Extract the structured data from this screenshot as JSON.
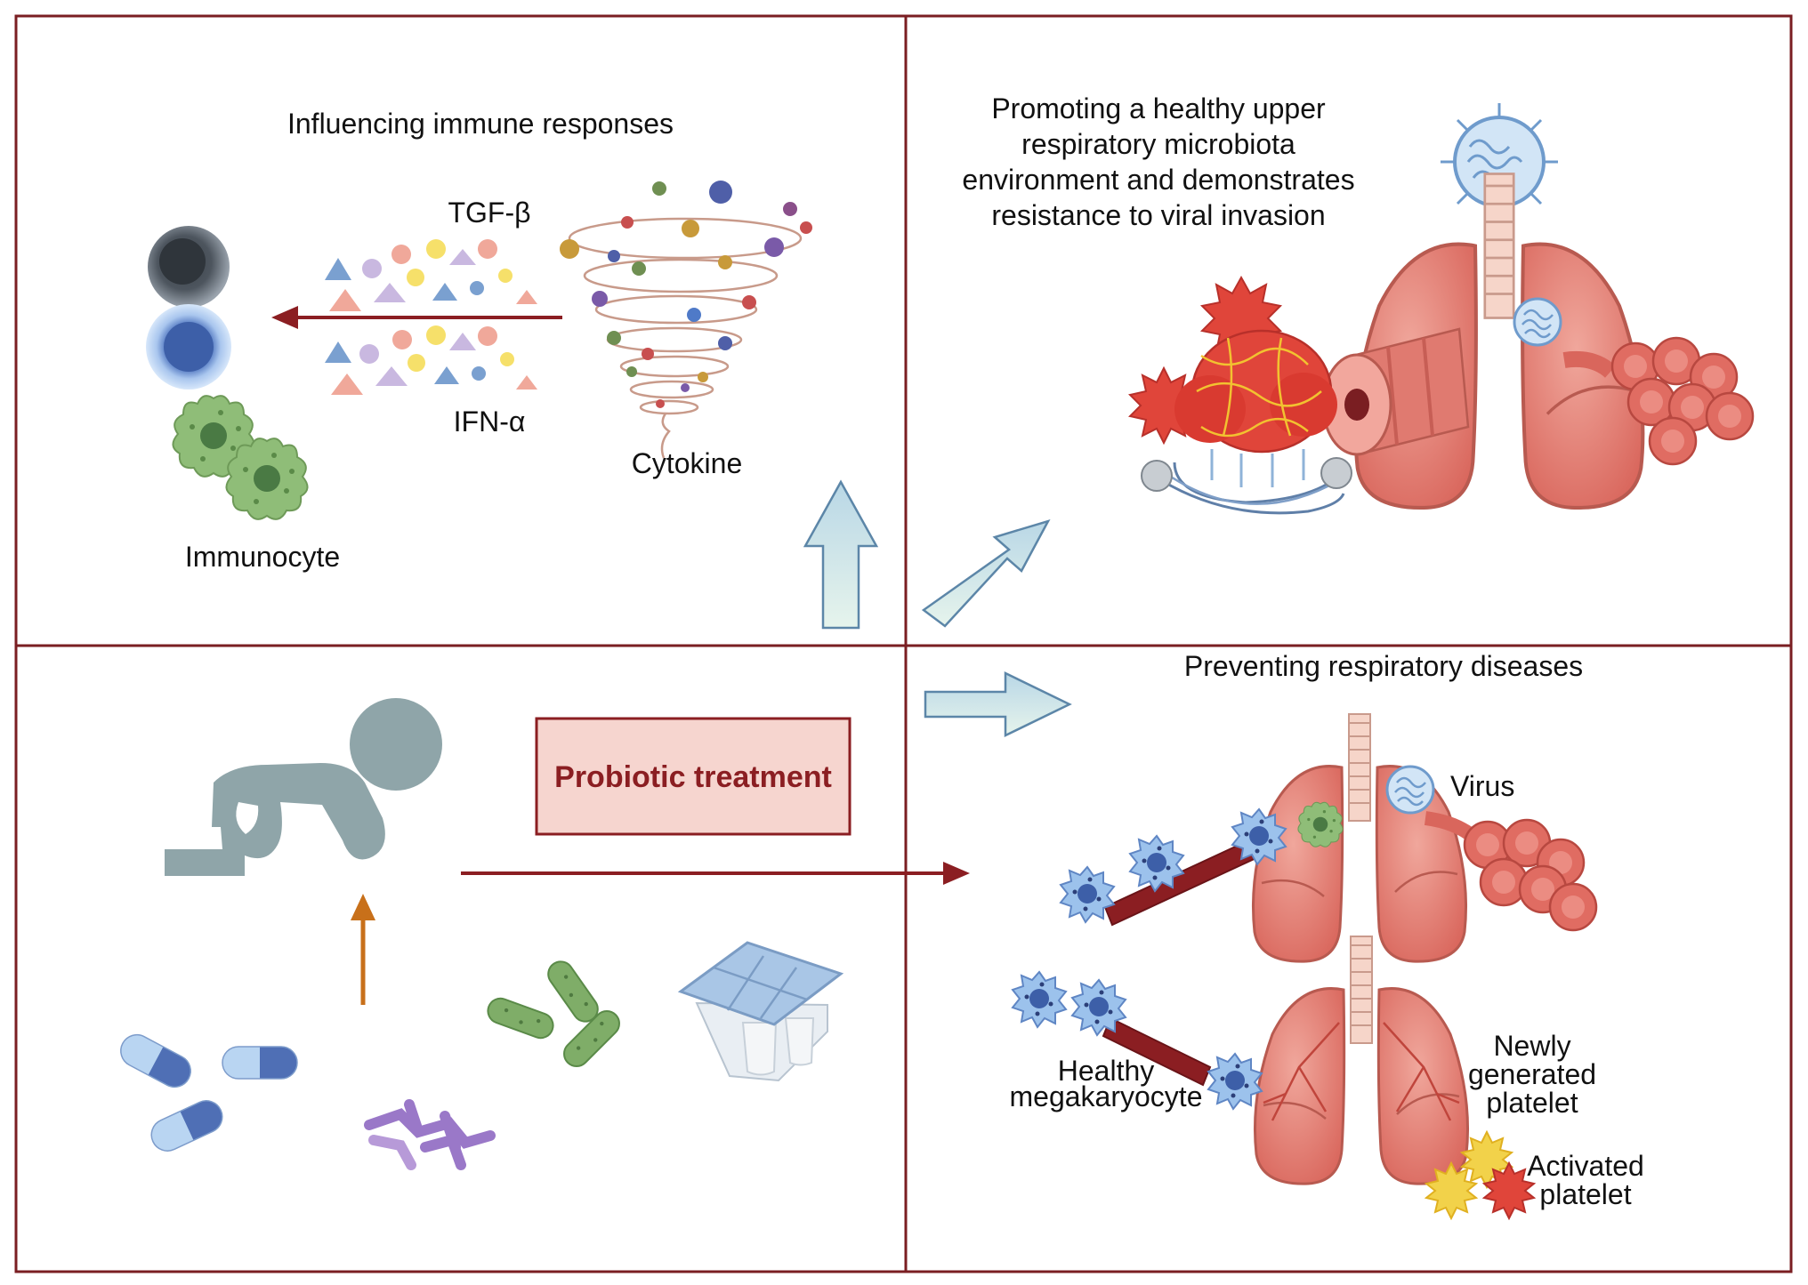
{
  "panels": {
    "immune": {
      "title": "Influencing immune responses",
      "tgf": "TGF-β",
      "ifn": "IFN-α",
      "cytokine": "Cytokine",
      "immunocyte": "Immunocyte"
    },
    "microbiota": {
      "title_lines": [
        "Promoting a healthy upper",
        "respiratory microbiota",
        "environment and demonstrates",
        "resistance to viral invasion"
      ]
    },
    "treatment": {
      "label": "Probiotic treatment"
    },
    "prevention": {
      "title": "Preventing respiratory diseases",
      "virus": "Virus",
      "healthy_lines": [
        "Healthy",
        "megakaryocyte"
      ],
      "newly_lines": [
        "Newly",
        "generated",
        "platelet"
      ],
      "activated_lines": [
        "Activated",
        "platelet"
      ]
    }
  },
  "colors": {
    "border": "#7a1e22",
    "arrow_dark": "#8b1e22",
    "arrow_light_fill": "#d9ecf0",
    "arrow_light_stroke": "#5c86a8",
    "orange_arrow": "#c8701a",
    "treatment_box_fill": "#f6d5cf",
    "lung": "#e3837a",
    "alveoli": "#e0675e",
    "infant": "#8fa5a9"
  }
}
